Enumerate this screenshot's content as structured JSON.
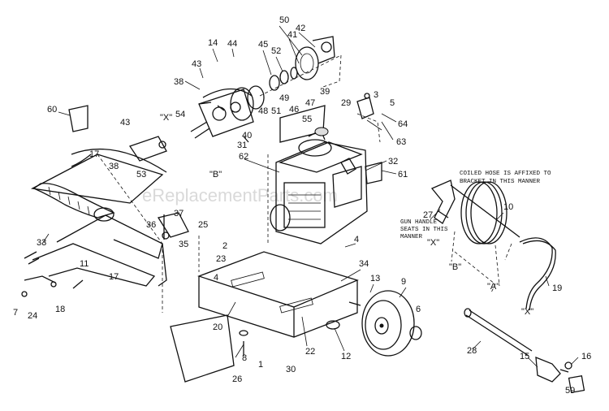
{
  "watermark": "eReplacementParts.com",
  "notes": {
    "coiled_hose": [
      "COILED HOSE IS AFFIXED TO",
      "BRACKET IN THIS MANNER"
    ],
    "gun_handle": [
      "GUN HANDLE",
      "SEATS IN THIS",
      "MANNER"
    ]
  },
  "refs": {
    "x": "\"X\"",
    "b": "\"B\"",
    "a": "\"A\""
  },
  "callouts": [
    "1",
    "2",
    "3",
    "4",
    "5",
    "6",
    "7",
    "8",
    "9",
    "10",
    "11",
    "12",
    "13",
    "14",
    "15",
    "16",
    "17",
    "18",
    "19",
    "20",
    "22",
    "23",
    "24",
    "25",
    "26",
    "27",
    "28",
    "29",
    "30",
    "31",
    "32",
    "33",
    "34",
    "35",
    "36",
    "37",
    "38",
    "39",
    "40",
    "41",
    "42",
    "43",
    "44",
    "45",
    "46",
    "47",
    "48",
    "49",
    "50",
    "51",
    "52",
    "53",
    "54",
    "55",
    "59",
    "60",
    "61",
    "62",
    "63",
    "64"
  ]
}
